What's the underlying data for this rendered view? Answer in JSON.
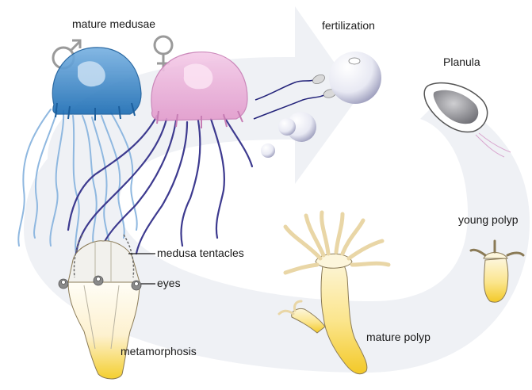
{
  "labels": {
    "mature_medusae": "mature medusae",
    "fertilization": "fertilization",
    "planula": "Planula",
    "young_polyp": "young polyp",
    "mature_polyp": "mature polyp",
    "metamorphosis": "metamorphosis",
    "medusa_tentacles": "medusa tentacles",
    "eyes": "eyes"
  },
  "colors": {
    "cycle_arrow": "#eef0f4",
    "male_medusa": "#3a86c8",
    "female_medusa": "#e6a6d4",
    "male_tentacles": "#8fb8e0",
    "female_tentacles": "#3d3a8f",
    "polyp_yellow": "#f7d44a",
    "polyp_cream": "#fdf1cf",
    "sex_symbols": "#9a9a9a"
  },
  "icons": [
    "male-symbol-icon",
    "female-symbol-icon"
  ]
}
